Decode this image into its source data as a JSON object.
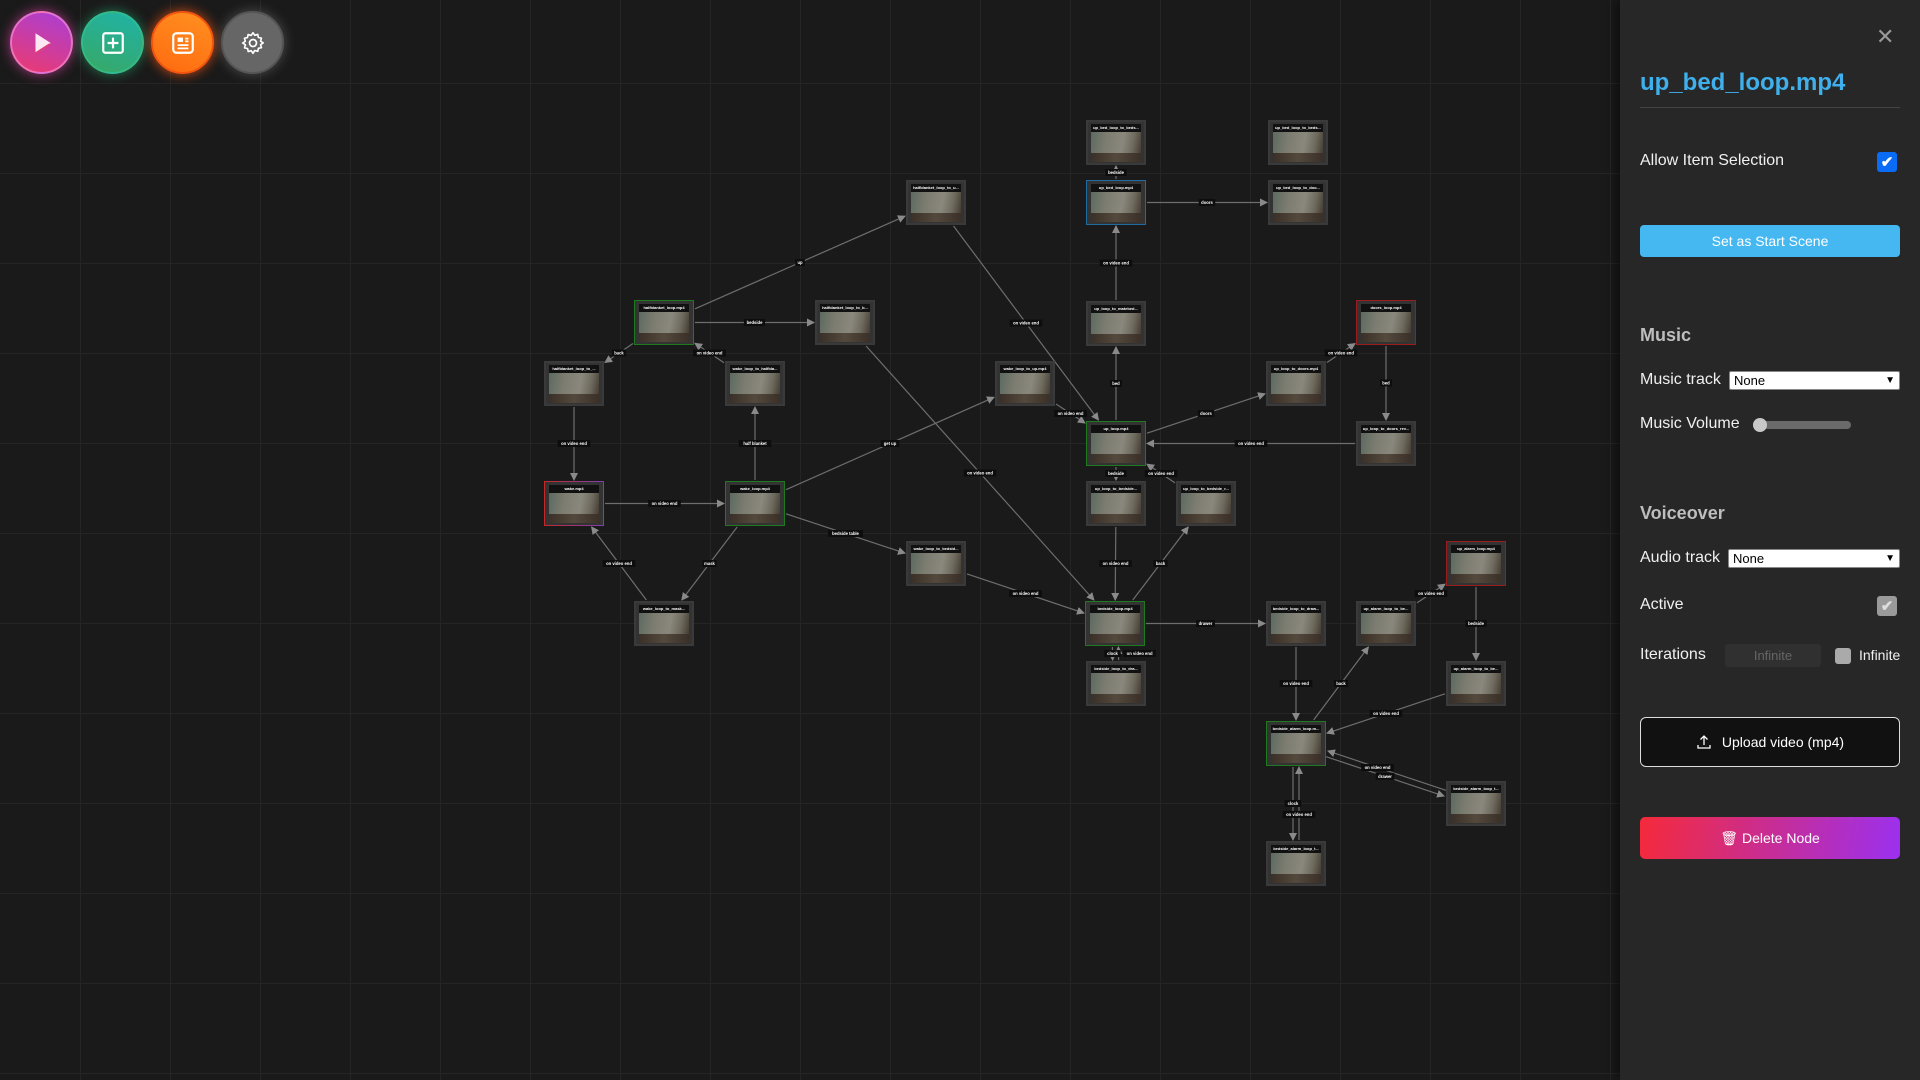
{
  "toolbar": {
    "buttons": [
      {
        "name": "play",
        "icon": "play-icon",
        "color": "#d63a9a"
      },
      {
        "name": "add-node",
        "icon": "plus-square-icon",
        "color": "#2aae8a"
      },
      {
        "name": "details",
        "icon": "document-icon",
        "color": "#ff7a18"
      },
      {
        "name": "settings",
        "icon": "gear-icon",
        "color": "#666666"
      }
    ]
  },
  "graph": {
    "nodes": [
      {
        "id": "n1",
        "label": "up_bed_loop_to_beds...",
        "status": "default"
      },
      {
        "id": "n2",
        "label": "up_bed_loop_to_beds...",
        "status": "default"
      },
      {
        "id": "n3",
        "label": "up_bed_loop.mp4",
        "status": "selected"
      },
      {
        "id": "n4",
        "label": "up_bed_loop_to_doo...",
        "status": "default"
      },
      {
        "id": "n5",
        "label": "halfblanket_loop_to_u...",
        "status": "default"
      },
      {
        "id": "n6",
        "label": "halfblanket_loop.mp4",
        "status": "active"
      },
      {
        "id": "n7",
        "label": "halfblanket_loop_to_b...",
        "status": "default"
      },
      {
        "id": "n8",
        "label": "up_loop_to_matebed...",
        "status": "default"
      },
      {
        "id": "n9",
        "label": "doors_loop.mp4",
        "status": "end"
      },
      {
        "id": "n10",
        "label": "halfblanket_loop_to_...",
        "status": "default"
      },
      {
        "id": "n11",
        "label": "wake_loop_to_halfbla...",
        "status": "default"
      },
      {
        "id": "n12",
        "label": "wake_loop_to_up.mp4",
        "status": "default"
      },
      {
        "id": "n13",
        "label": "up_loop_to_doors.mp4",
        "status": "default"
      },
      {
        "id": "n14",
        "label": "up_loop.mp4",
        "status": "active"
      },
      {
        "id": "n15",
        "label": "up_loop_to_doors_rev...",
        "status": "default"
      },
      {
        "id": "n16",
        "label": "wake.mp4",
        "status": "start"
      },
      {
        "id": "n17",
        "label": "wake_loop.mp4",
        "status": "active"
      },
      {
        "id": "n18",
        "label": "up_loop_to_bedside...",
        "status": "default"
      },
      {
        "id": "n19",
        "label": "up_loop_to_bedside_r...",
        "status": "default"
      },
      {
        "id": "n20",
        "label": "wake_loop_to_bedsid...",
        "status": "default"
      },
      {
        "id": "n21",
        "label": "up_alarm_loop.mp4",
        "status": "end"
      },
      {
        "id": "n22",
        "label": "wake_loop_to_mask...",
        "status": "default"
      },
      {
        "id": "n23",
        "label": "bedside_loop.mp4",
        "status": "active"
      },
      {
        "id": "n24",
        "label": "bedside_loop_to_draw...",
        "status": "default"
      },
      {
        "id": "n25",
        "label": "up_alarm_loop_to_be...",
        "status": "default"
      },
      {
        "id": "n26",
        "label": "bedside_loop_to_dra...",
        "status": "default"
      },
      {
        "id": "n27",
        "label": "up_alarm_loop_to_be...",
        "status": "default"
      },
      {
        "id": "n28",
        "label": "bedside_alarm_loop.m...",
        "status": "active"
      },
      {
        "id": "n29",
        "label": "bedside_alarm_loop_t...",
        "status": "default"
      },
      {
        "id": "n30",
        "label": "bedside_alarm_loop_t...",
        "status": "default"
      }
    ],
    "edges": [
      {
        "from": "n6",
        "to": "n5",
        "label": "up"
      },
      {
        "from": "n6",
        "to": "n7",
        "label": "bedside"
      },
      {
        "from": "n6",
        "to": "n10",
        "label": "back"
      },
      {
        "from": "n11",
        "to": "n6",
        "label": "on video end"
      },
      {
        "from": "n10",
        "to": "n16",
        "label": "on video end"
      },
      {
        "from": "n16",
        "to": "n17",
        "label": "on video end"
      },
      {
        "from": "n17",
        "to": "n11",
        "label": "half blanket"
      },
      {
        "from": "n17",
        "to": "n22",
        "label": "mask"
      },
      {
        "from": "n22",
        "to": "n16",
        "label": "on video end"
      },
      {
        "from": "n17",
        "to": "n12",
        "label": "get up"
      },
      {
        "from": "n17",
        "to": "n20",
        "label": "bedside table"
      },
      {
        "from": "n20",
        "to": "n23",
        "label": "on video end"
      },
      {
        "from": "n5",
        "to": "n14",
        "label": "on video end"
      },
      {
        "from": "n7",
        "to": "n23",
        "label": "on video end"
      },
      {
        "from": "n12",
        "to": "n14",
        "label": "on video end"
      },
      {
        "from": "n14",
        "to": "n8",
        "label": "bed"
      },
      {
        "from": "n8",
        "to": "n3",
        "label": "on video end"
      },
      {
        "from": "n3",
        "to": "n1",
        "label": "bedside"
      },
      {
        "from": "n3",
        "to": "n4",
        "label": "doors"
      },
      {
        "from": "n14",
        "to": "n13",
        "label": "doors"
      },
      {
        "from": "n13",
        "to": "n9",
        "label": "on video end"
      },
      {
        "from": "n9",
        "to": "n15",
        "label": "bed"
      },
      {
        "from": "n15",
        "to": "n14",
        "label": "on video end"
      },
      {
        "from": "n14",
        "to": "n18",
        "label": "bedside"
      },
      {
        "from": "n19",
        "to": "n14",
        "label": "on video end"
      },
      {
        "from": "n18",
        "to": "n23",
        "label": "on video end"
      },
      {
        "from": "n23",
        "to": "n19",
        "label": "back"
      },
      {
        "from": "n23",
        "to": "n24",
        "label": "drawer"
      },
      {
        "from": "n23",
        "to": "n26",
        "label": "clock"
      },
      {
        "from": "n26",
        "to": "n23",
        "label": "on video end"
      },
      {
        "from": "n24",
        "to": "n28",
        "label": "on video end"
      },
      {
        "from": "n28",
        "to": "n25",
        "label": "back"
      },
      {
        "from": "n25",
        "to": "n21",
        "label": "on video end"
      },
      {
        "from": "n21",
        "to": "n27",
        "label": "bedside"
      },
      {
        "from": "n27",
        "to": "n28",
        "label": "on video end"
      },
      {
        "from": "n28",
        "to": "n29",
        "label": "drawer"
      },
      {
        "from": "n29",
        "to": "n28",
        "label": "on video end"
      },
      {
        "from": "n28",
        "to": "n30",
        "label": "clock"
      },
      {
        "from": "n30",
        "to": "n28",
        "label": "on video end"
      }
    ]
  },
  "panel": {
    "title": "up_bed_loop.mp4",
    "allow_item_selection": {
      "label": "Allow Item Selection",
      "checked": true
    },
    "start_scene_button": "Set as Start Scene",
    "music": {
      "heading": "Music",
      "track_label": "Music track",
      "track_value": "None",
      "volume_label": "Music Volume",
      "volume": 0
    },
    "voiceover": {
      "heading": "Voiceover",
      "track_label": "Audio track",
      "track_value": "None",
      "active_label": "Active",
      "active_checked": true,
      "iterations_label": "Iterations",
      "iterations_placeholder": "Infinite",
      "infinite_label": "Infinite",
      "infinite_checked": false
    },
    "upload_button": "Upload video (mp4)",
    "delete_button": "Delete Node",
    "colors": {
      "accent": "#45b8f2",
      "title": "#3fb0ec",
      "delete_start": "#f52a3a",
      "delete_end": "#9b30f0"
    }
  }
}
